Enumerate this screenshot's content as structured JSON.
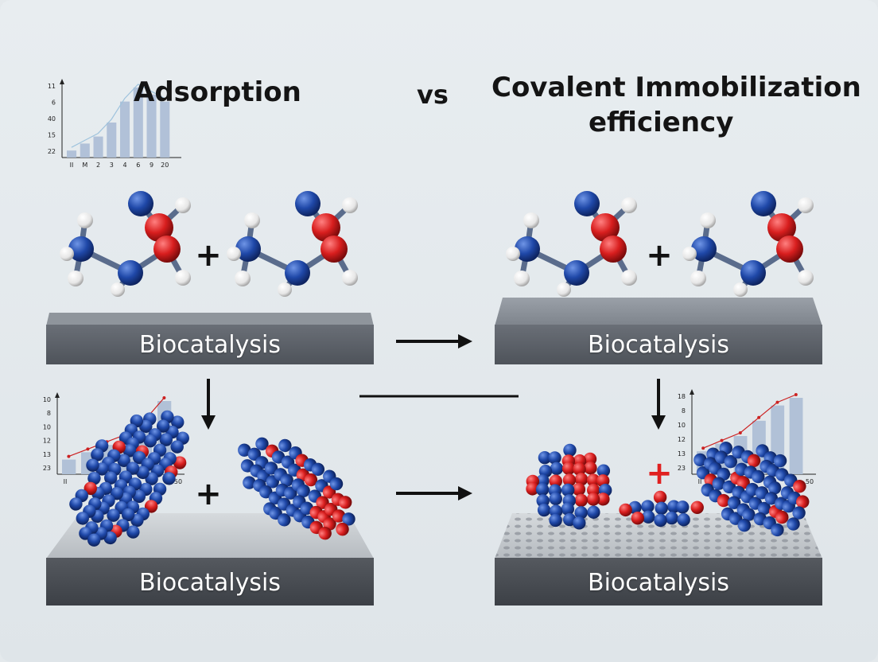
{
  "titles": {
    "left": "Adsorption",
    "vs": "vs",
    "right_line1": "Covalent Immobilization",
    "right_line2": "efficiency"
  },
  "slab_labels": {
    "top_left": "Biocatalysis",
    "top_right": "Biocatalysis",
    "bottom_left": "Biocatalysis",
    "bottom_right": "Biocatalysis"
  },
  "plus_signs": {
    "top_left": "+",
    "top_right": "+",
    "bottom_left": "+",
    "bottom_right": "+"
  },
  "colors": {
    "atom_blue": "#1f48a8",
    "atom_red": "#d81e1e",
    "atom_white": "#f2f2f2",
    "slab": "#5d6169",
    "bar": "#aebfd6",
    "plus_red": "#e02020"
  },
  "chart_data": [
    {
      "type": "bar",
      "y_tick_labels": [
        "11",
        "6",
        "40",
        "15",
        "22"
      ],
      "x_tick_labels": [
        "II",
        "M",
        "2",
        "3",
        "4",
        "6",
        "9",
        "20"
      ],
      "values": [
        1,
        2,
        3,
        5,
        8,
        10,
        9,
        8
      ]
    },
    {
      "type": "bar",
      "y_tick_labels": [
        "10",
        "8",
        "10",
        "12",
        "13",
        "23"
      ],
      "x_tick_labels": [
        "II",
        "50"
      ],
      "values": [
        2,
        3,
        4,
        5,
        7,
        10
      ]
    },
    {
      "type": "bar",
      "y_tick_labels": [
        "18",
        "8",
        "10",
        "12",
        "13",
        "23"
      ],
      "x_tick_labels": [
        "II",
        "50"
      ],
      "values": [
        3,
        4,
        5,
        7,
        9,
        10
      ]
    }
  ]
}
